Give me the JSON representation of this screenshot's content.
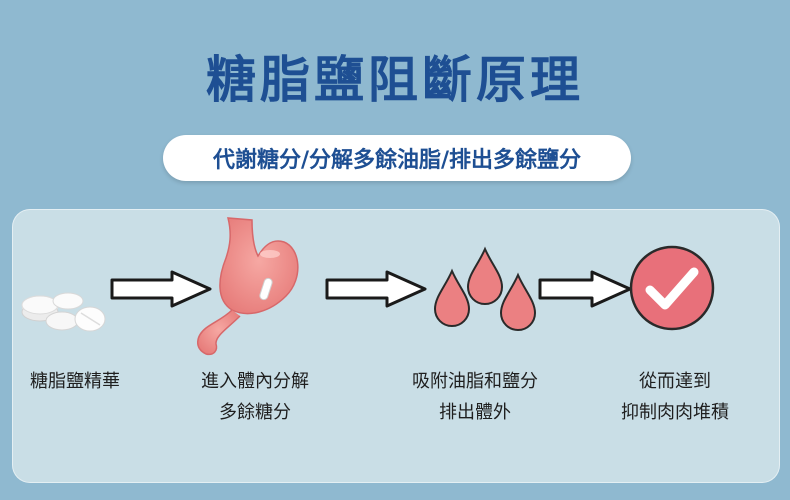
{
  "title": "糖脂鹽阻斷原理",
  "subtitle": "代謝糖分/分解多餘油脂/排出多餘鹽分",
  "steps": [
    {
      "line1": "糖脂鹽精華",
      "line2": ""
    },
    {
      "line1": "進入體內分解",
      "line2": "多餘糖分"
    },
    {
      "line1": "吸附油脂和鹽分",
      "line2": "排出體外"
    },
    {
      "line1": "從而達到",
      "line2": "抑制肉肉堆積"
    }
  ],
  "colors": {
    "background": "#8fb9d0",
    "title": "#1e4f93",
    "panel": "#c9dee6",
    "accent": "#e8707a"
  },
  "icons": [
    "tablets-icon",
    "arrow-right-icon",
    "stomach-icon",
    "droplets-icon",
    "checkmark-circle-icon"
  ]
}
